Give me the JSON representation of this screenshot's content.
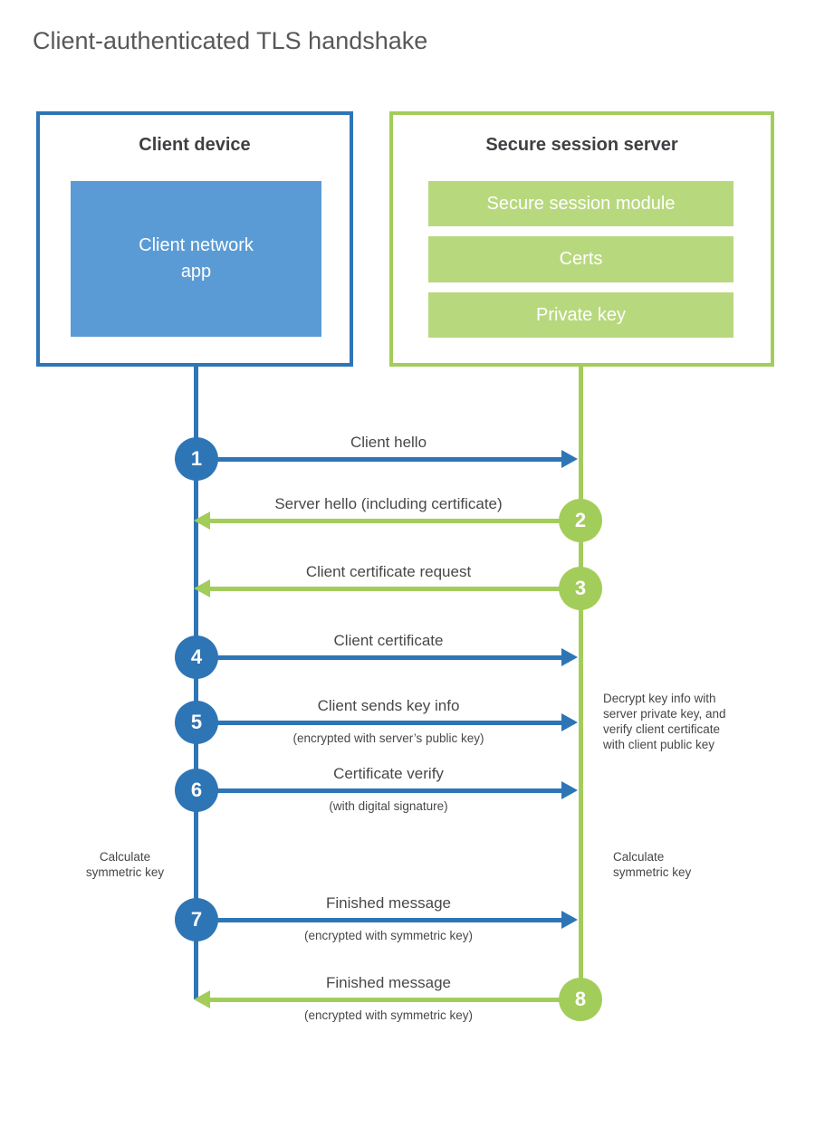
{
  "page": {
    "title": "Client-authenticated TLS handshake"
  },
  "colors": {
    "blue": "#2e75b6",
    "blue_light": "#5b9bd5",
    "green": "#a3cd5a",
    "green_light": "#b8d87e",
    "text_dark": "#3f3f44",
    "text_label": "#484848",
    "title_gray": "#57585a"
  },
  "client": {
    "title": "Client device",
    "app_label": "Client network\napp"
  },
  "server": {
    "title": "Secure session server",
    "modules": [
      "Secure session module",
      "Certs",
      "Private key"
    ]
  },
  "steps": [
    {
      "num": "1",
      "label": "Client hello",
      "sub": "",
      "direction": "client-to-server"
    },
    {
      "num": "2",
      "label": "Server hello (including certificate)",
      "sub": "",
      "direction": "server-to-client"
    },
    {
      "num": "3",
      "label": "Client certificate request",
      "sub": "",
      "direction": "server-to-client"
    },
    {
      "num": "4",
      "label": "Client certificate",
      "sub": "",
      "direction": "client-to-server"
    },
    {
      "num": "5",
      "label": "Client sends key info",
      "sub": "(encrypted with server’s public key)",
      "direction": "client-to-server"
    },
    {
      "num": "6",
      "label": "Certificate verify",
      "sub": "(with digital signature)",
      "direction": "client-to-server"
    },
    {
      "num": "7",
      "label": "Finished message",
      "sub": "(encrypted with symmetric key)",
      "direction": "client-to-server"
    },
    {
      "num": "8",
      "label": "Finished message",
      "sub": "(encrypted with symmetric key)",
      "direction": "server-to-client"
    }
  ],
  "notes": {
    "decrypt": "Decrypt key info with\nserver private key, and\nverify client certificate\nwith client public key",
    "calc_left": "Calculate\nsymmetric key",
    "calc_right": "Calculate\nsymmetric key"
  }
}
